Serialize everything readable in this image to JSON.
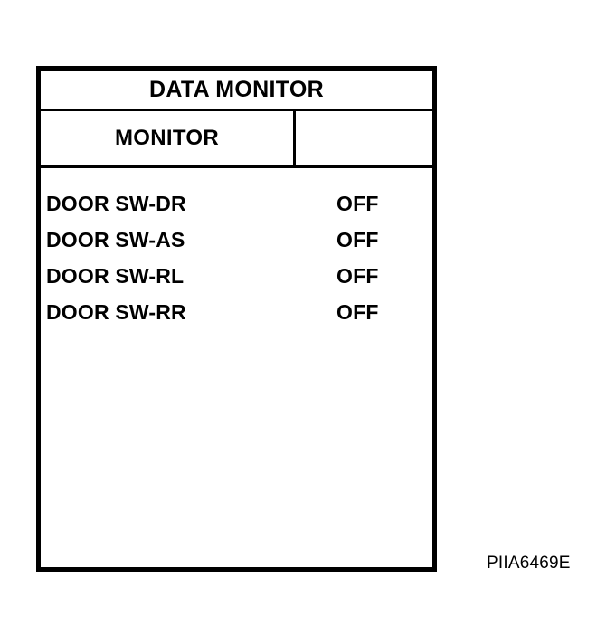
{
  "figure": {
    "caption": "PIIA6469E",
    "background_color": "#FFFFFF",
    "line_color": "#000000"
  },
  "panel": {
    "title": "DATA MONITOR",
    "columns": [
      {
        "header": "MONITOR"
      },
      {
        "header": ""
      }
    ],
    "rows": [
      {
        "label": "DOOR SW-DR",
        "value": "OFF"
      },
      {
        "label": "DOOR SW-AS",
        "value": "OFF"
      },
      {
        "label": "DOOR SW-RL",
        "value": "OFF"
      },
      {
        "label": "DOOR SW-RR",
        "value": "OFF"
      }
    ]
  }
}
